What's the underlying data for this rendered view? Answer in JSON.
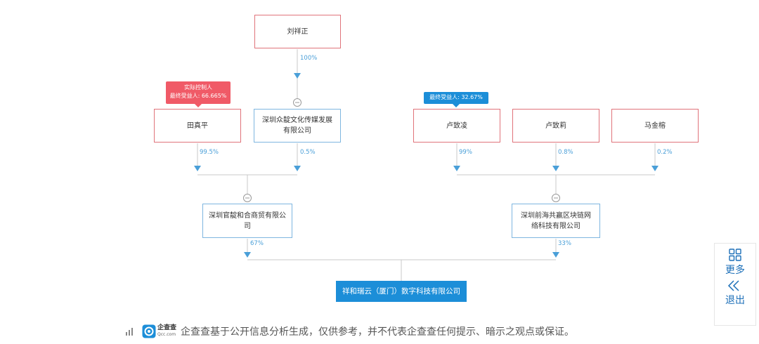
{
  "nodes": {
    "liu": "刘祥正",
    "tian": "田真平",
    "zhongdian": "深圳众靛文化传媒发展有限公司",
    "lu_ling": "卢致凌",
    "lu_li": "卢致莉",
    "ma": "马金榕",
    "guandian": "深圳官靛和合商贸有限公司",
    "qianhai": "深圳前海共赢区块链网络科技有限公司",
    "target": "祥和瑞云（厦门）数字科技有限公司"
  },
  "percents": {
    "liu_to_zhongdian": "100%",
    "tian_to_guandian": "99.5%",
    "zhongdian_to_guandian": "0.5%",
    "lu_ling_to_qianhai": "99%",
    "lu_li_to_qianhai": "0.8%",
    "ma_to_qianhai": "0.2%",
    "guandian_to_target": "67%",
    "qianhai_to_target": "33%"
  },
  "badges": {
    "tian_line1": "实际控制人",
    "tian_line2": "最终受益人: 66.665%",
    "lu_ling": "最终受益人: 32.67%"
  },
  "sidebar": {
    "more": "更多",
    "exit": "退出"
  },
  "footer": {
    "logo_name": "企查查",
    "logo_domain": "Qcc.com",
    "disclaimer": "企查查基于公开信息分析生成，仅供参考，并不代表企查查任何提示、暗示之观点或保证。"
  },
  "colors": {
    "accent": "#1c8ed8",
    "person_border": "#e0737a",
    "company_border": "#7eb6e0",
    "badge_red": "#f05a67",
    "line": "#c8c8c8"
  }
}
